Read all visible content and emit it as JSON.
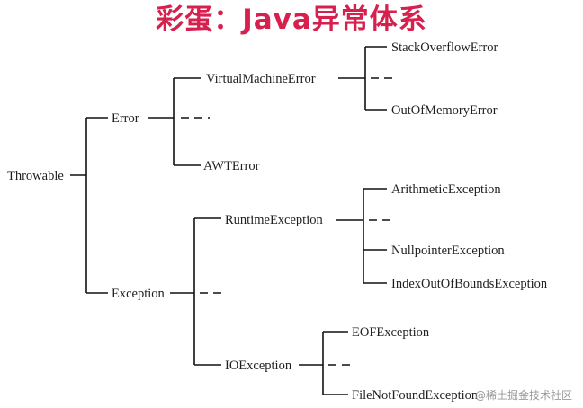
{
  "title": "彩蛋：Java异常体系",
  "nodes": {
    "root": "Throwable",
    "error": "Error",
    "vm_error": "VirtualMachineError",
    "stack_overflow": "StackOverflowError",
    "out_of_memory": "OutOfMemoryError",
    "awt_error": "AWTError",
    "exception": "Exception",
    "runtime_exception": "RuntimeException",
    "arithmetic": "ArithmeticException",
    "null_pointer": "NullpointerException",
    "index_out_of_bounds": "IndexOutOfBoundsException",
    "io_exception": "IOException",
    "eof": "EOFException",
    "file_not_found": "FileNotFoundException"
  },
  "watermark": "@稀土掘金技术社区"
}
